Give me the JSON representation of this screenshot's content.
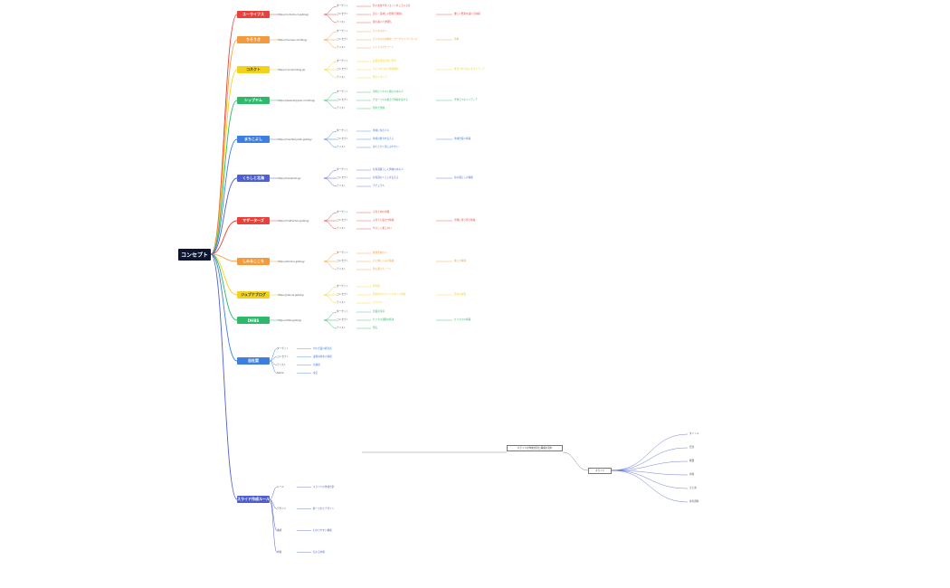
{
  "root": {
    "label": "コンセプト"
  },
  "colors": {
    "root_bg": "#0d1530",
    "red": "#e8403a",
    "orange": "#f39a3c",
    "yellow": "#f2d21b",
    "green": "#2db86a",
    "blue": "#3d7fe0",
    "indigo": "#4f5fd1",
    "purple": "#6b46c9"
  },
  "branches": [
    {
      "label": "ユーライフス",
      "color": "#e8403a",
      "url": "https://ul-foods.co.jp/blog/",
      "children": [
        {
          "label": "ターゲット",
          "note": "若い女性やダイエットをしている方"
        },
        {
          "label": "コンセプト",
          "note": "安心・美味しい野菜で健康に",
          "extra": "優しい野菜を届ける情報"
        },
        {
          "label": "テイスト",
          "note": "落ち着いた雰囲気"
        }
      ]
    },
    {
      "label": "りそうさ",
      "color": "#f39a3c",
      "url": "https://risousa.com/blog/",
      "children": [
        {
          "label": "ターゲット",
          "note": "ビジネスマン"
        },
        {
          "label": "コンセプト",
          "note": "ビジネスの効率化、ワークライフバランス",
          "extra": "効率"
        },
        {
          "label": "テイスト",
          "note": "シンプルでクリーン"
        }
      ]
    },
    {
      "label": "コネクト",
      "color": "#f2d21b",
      "url": "https://connect-blog.jp/",
      "children": [
        {
          "label": "ターゲット",
          "note": "起業を目指す若い世代"
        },
        {
          "label": "コンセプト",
          "note": "人と人をつなぐ情報発信",
          "extra": "繋がりを大切にするメディア"
        },
        {
          "label": "テイスト",
          "note": "明るくポップ"
        }
      ]
    },
    {
      "label": "シップヤム",
      "color": "#2db86a",
      "url": "https://www.shipyam.com/blog/",
      "children": [
        {
          "label": "ターゲット",
          "note": "海外ビジネスに関心のある人"
        },
        {
          "label": "コンセプト",
          "note": "グローバルな視点で情報を届ける",
          "extra": "世界とつなぐメディア"
        },
        {
          "label": "テイスト",
          "note": "知的で洗練"
        }
      ]
    },
    {
      "label": "まちこよし",
      "color": "#3d7fe0",
      "url": "https://machikoyoshi.jp/blog/",
      "children": [
        {
          "label": "ターゲット",
          "note": "地域に住む人々"
        },
        {
          "label": "コンセプト",
          "note": "地域の魅力を伝える",
          "extra": "地域密着の情報"
        },
        {
          "label": "テイスト",
          "note": "あたたかく親しみやすい"
        }
      ]
    },
    {
      "label": "くらしと北海",
      "color": "#4f5fd1",
      "url": "https://kurashito.jp/",
      "children": [
        {
          "label": "ターゲット",
          "note": "北海道暮らしに興味のある人"
        },
        {
          "label": "コンセプト",
          "note": "北海道のくらしを伝える",
          "extra": "北の暮らしの情報"
        },
        {
          "label": "テイスト",
          "note": "ナチュラル"
        }
      ]
    },
    {
      "label": "マザーターズ",
      "color": "#e8403a",
      "url": "https://motherturs.jp/blog/",
      "children": [
        {
          "label": "ターゲット",
          "note": "子育て中の母親"
        },
        {
          "label": "コンセプト",
          "note": "子育てに役立つ情報",
          "extra": "母親に寄り添う情報"
        },
        {
          "label": "テイスト",
          "note": "やさしく柔らかい"
        }
      ]
    },
    {
      "label": "しみるここち",
      "color": "#f39a3c",
      "url": "https://shimiru.jp/blog/",
      "children": [
        {
          "label": "ターゲット",
          "note": "健康志向の人"
        },
        {
          "label": "コンセプト",
          "note": "心と体にしみる情報",
          "extra": "癒しの情報"
        },
        {
          "label": "テイスト",
          "note": "落ち着いたトーン"
        }
      ]
    },
    {
      "label": "ジュブナブログ",
      "color": "#f2d21b",
      "url": "https://jubuna.jp/blog/",
      "children": [
        {
          "label": "ターゲット",
          "note": "若年層"
        },
        {
          "label": "コンセプト",
          "note": "若者向けのライフスタイル情報",
          "extra": "若者の情報"
        },
        {
          "label": "テイスト",
          "note": "カラフル"
        }
      ]
    },
    {
      "label": "DHBS",
      "color": "#2db86a",
      "url": "https://dhbs.jp/blog/",
      "children": [
        {
          "label": "ターゲット",
          "note": "企業担当者"
        },
        {
          "label": "コンセプト",
          "note": "ビジネス課題の解決",
          "extra": "ビジネスの情報"
        },
        {
          "label": "テイスト",
          "note": "堅実"
        }
      ]
    },
    {
      "label": "自社案",
      "color": "#3d7fe0",
      "url": "",
      "children": [
        {
          "label": "ターゲット",
          "note": "中小企業の経営者"
        },
        {
          "label": "コンセプト",
          "note": "業務効率化の情報"
        },
        {
          "label": "テイスト",
          "note": "信頼感"
        },
        {
          "label": "Name",
          "note": "未定"
        }
      ]
    },
    {
      "label": "スライド作成ルール",
      "color": "#4f5fd1",
      "url": "",
      "children": [
        {
          "label": "ルール",
          "note": "スライドの作成方針"
        },
        {
          "label": "デザイン",
          "note": "統一されたデザイン"
        },
        {
          "label": "構成",
          "note": "わかりやすい構成"
        },
        {
          "label": "内容",
          "note": "伝わる内容"
        }
      ]
    }
  ],
  "detail": {
    "center_box": "スライドの作成方針と構成の流れ",
    "side_box": "スライド",
    "right_items": [
      "タイトル",
      "目次",
      "概要",
      "内容",
      "まとめ",
      "参考資料"
    ]
  }
}
